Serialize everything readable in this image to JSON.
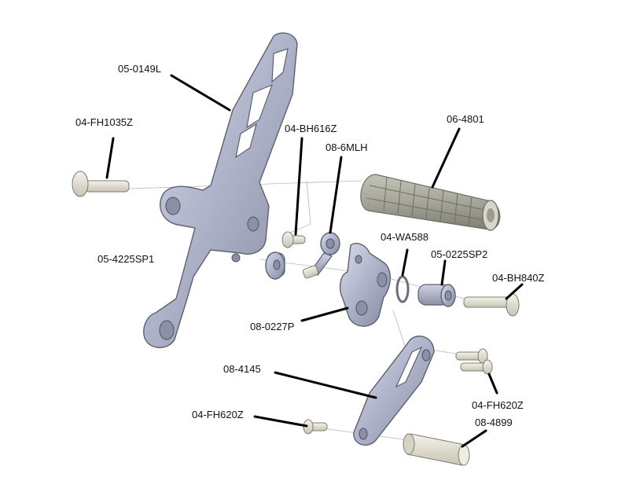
{
  "labels": {
    "bracket": "05-0149L",
    "bolt_large": "04-FH1035Z",
    "bolt_small": "04-BH616Z",
    "rod_end": "08-6MLH",
    "footpeg": "06-4801",
    "washer": "04-WA588",
    "spacer": "05-0225SP2",
    "bolt_long": "04-BH840Z",
    "pivot_spacer": "05-4225SP1",
    "lever_arm": "08-0227P",
    "link_plate": "08-4145",
    "screw_pair": "04-FH620Z",
    "screw_single": "04-FH620Z",
    "sleeve": "08-4899"
  },
  "colors": {
    "metal": "#aeb2c8",
    "bolt": "#e6e2d2",
    "leader": "#000000",
    "text": "#111111"
  }
}
